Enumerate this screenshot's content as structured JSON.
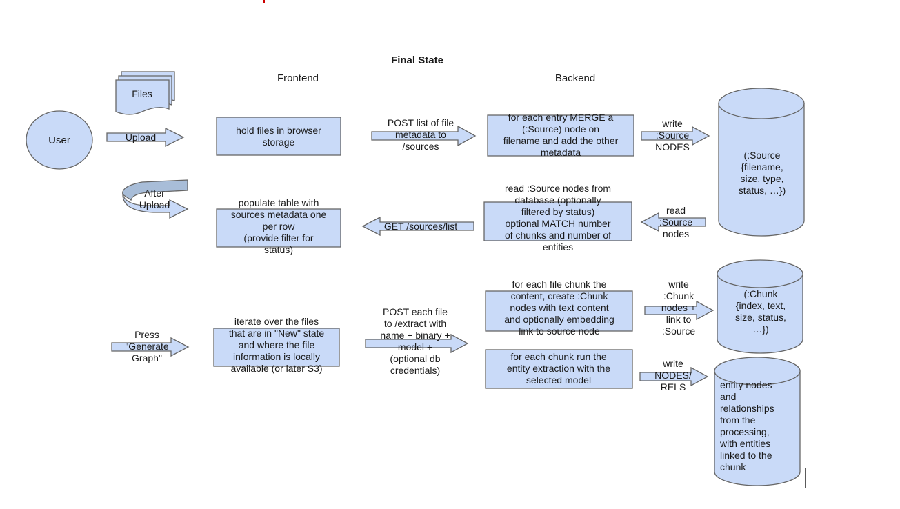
{
  "title": "Final State",
  "columns": {
    "frontend": "Frontend",
    "backend": "Backend"
  },
  "actors": {
    "user": "User",
    "files": "Files",
    "upload": "Upload",
    "after_upload": "After\nUpload",
    "press_generate": "Press\n\"Generate\nGraph\""
  },
  "frontend": {
    "hold_files": "hold files in browser\nstorage",
    "populate_table": "populate table with\nsources metadata one\nper row\n(provide filter for\nstatus)",
    "iterate_files": "iterate over the files\nthat are in \"New\" state\nand where the file\ninformation is locally\navailable (or later S3)"
  },
  "requests": {
    "post_sources": "POST list of file\nmetadata to\n/sources",
    "get_sources_list": "GET /sources/list",
    "post_extract": "POST each file\nto /extract with\nname + binary +\nmodel +\n(optional db\ncredentials)"
  },
  "backend": {
    "merge_source": "for each entry MERGE a\n(:Source) node on\nfilename and add the other\nmetadata",
    "read_source": "read :Source nodes from\ndatabase (optionally\nfiltered by status)\noptional MATCH number\nof chunks and number of\nentities",
    "chunk_file": "for each file chunk the\ncontent, create :Chunk\nnodes with text content\nand optionally embedding\nlink to source node",
    "run_extraction": "for each chunk run the\nentity extraction with the\nselected model"
  },
  "db_ops": {
    "write_source": "write\n:Source\nNODES",
    "read_source": "read\n:Source\nnodes",
    "write_chunk": "write\n:Chunk\nnodes +\nlink to\n:Source",
    "write_nodes_rels": "write\nNODES/\nRELS"
  },
  "stores": {
    "source_store": "(:Source\n{filename,\nsize, type,\nstatus, …})",
    "chunk_store": "(:Chunk\n{index, text,\nsize, status,\n…})",
    "entity_store": "entity nodes\nand\nrelationships\nfrom the\nprocessing,\nwith entities\nlinked to the\nchunk"
  },
  "colors": {
    "fill": "#c9daf8",
    "stroke": "#666666",
    "text": "#1a1a1a",
    "accent_dot": "#cc0000"
  }
}
